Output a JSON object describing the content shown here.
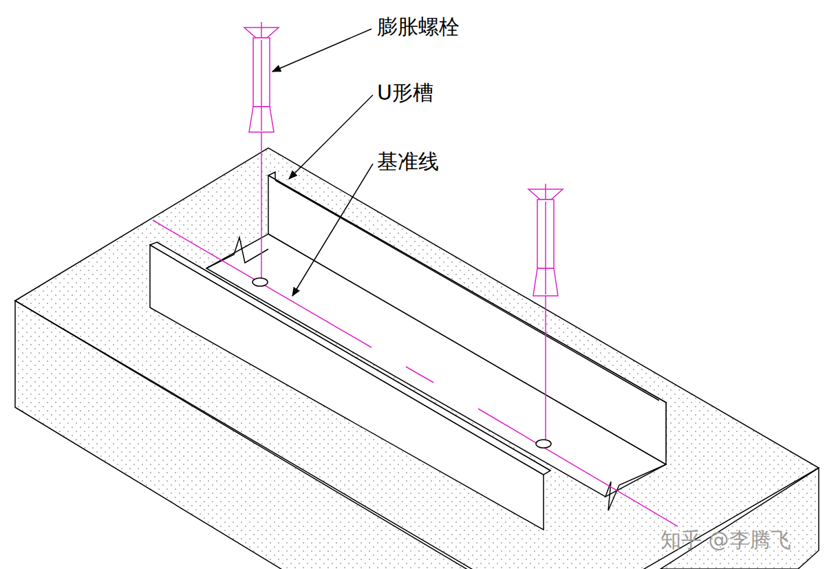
{
  "diagram": {
    "labels": [
      "膨胀螺栓",
      "U形槽",
      "基准线",
      "知乎 @李腾飞"
    ]
  }
}
